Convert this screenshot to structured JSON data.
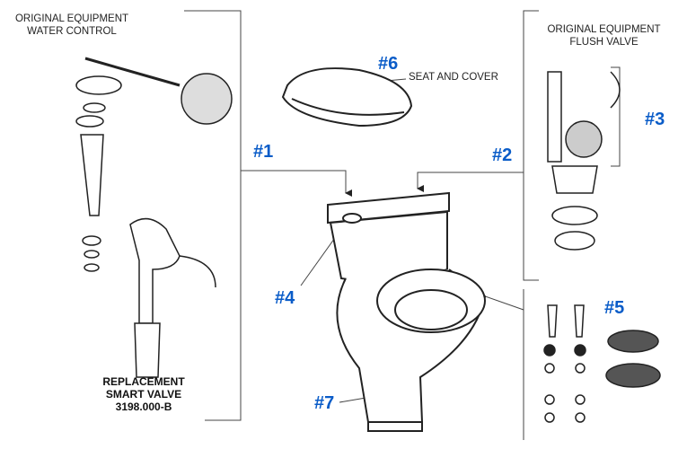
{
  "water_control": {
    "line1": "ORIGINAL EQUIPMENT",
    "line2": "WATER CONTROL"
  },
  "replacement": {
    "line1": "REPLACEMENT",
    "line2": "SMART VALVE",
    "line3": "3198.000-B"
  },
  "flush_valve": {
    "line1": "ORIGINAL EQUIPMENT",
    "line2": "FLUSH VALVE"
  },
  "seat_label": "SEAT AND COVER",
  "callouts": {
    "p1": "#1",
    "p2": "#2",
    "p3": "#3",
    "p4": "#4",
    "p5": "#5",
    "p6": "#6",
    "p7": "#7"
  },
  "colors": {
    "callout": "#0a5cc8",
    "line": "#333333"
  }
}
